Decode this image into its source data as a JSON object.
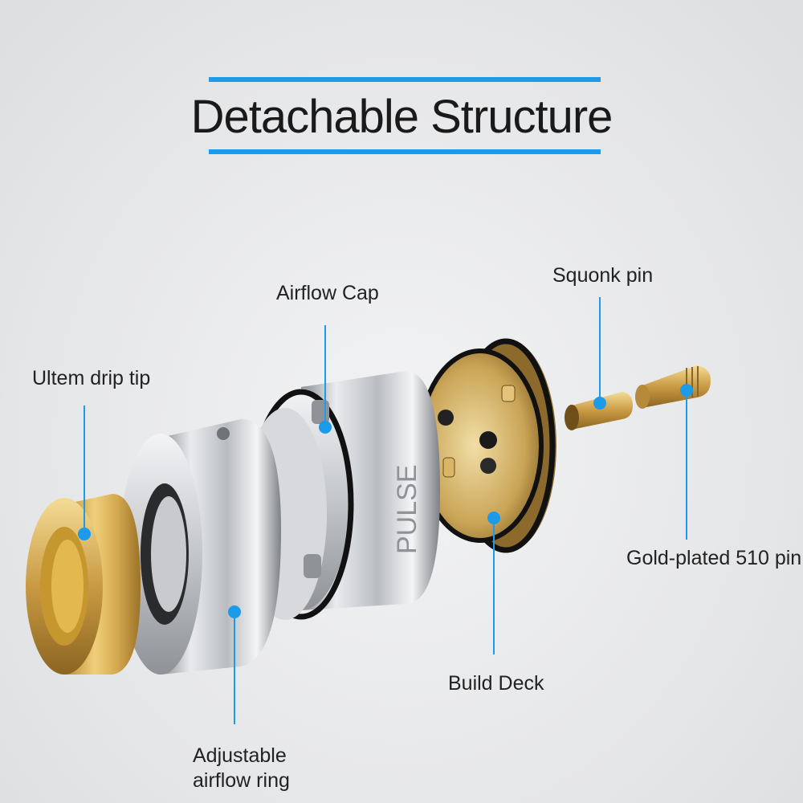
{
  "title": "Detachable Structure",
  "accent_color": "#1b9be9",
  "parts": [
    {
      "id": "drip-tip",
      "label": "Ultem drip tip"
    },
    {
      "id": "airflow-ring",
      "label": "Adjustable airflow ring"
    },
    {
      "id": "airflow-cap",
      "label": "Airflow Cap"
    },
    {
      "id": "build-deck",
      "label": "Build Deck"
    },
    {
      "id": "squonk-pin",
      "label": "Squonk pin"
    },
    {
      "id": "gold-pin",
      "label": "Gold-plated 510 pin"
    }
  ],
  "engraving": "PULSE"
}
